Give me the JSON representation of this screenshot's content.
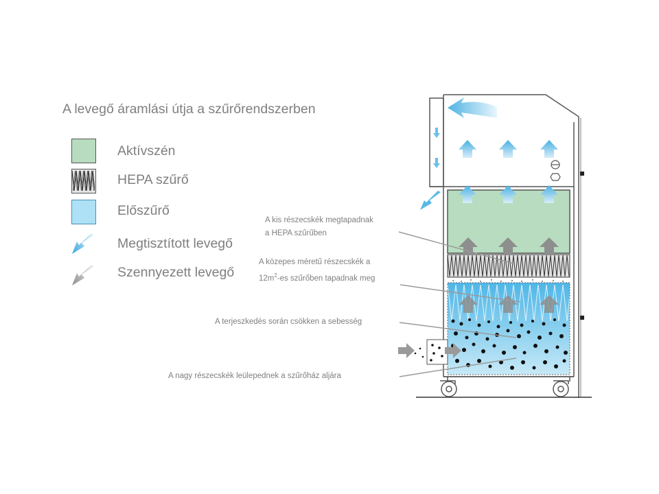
{
  "title": "A levegő áramlási útja a szűrőrendszerben",
  "legend": [
    {
      "key": "activated-carbon",
      "label": "Aktívszén",
      "color": "#b7dcbf"
    },
    {
      "key": "hepa-filter",
      "label": "HEPA szűrő",
      "color": "#e6e6e6"
    },
    {
      "key": "pre-filter",
      "label": "Előszűrő",
      "color": "#aee1f5"
    },
    {
      "key": "clean-air",
      "label": "Megtisztított levegő",
      "color": "#5ab8e3"
    },
    {
      "key": "polluted-air",
      "label": "Szennyezett levegő",
      "color": "#a6a6a6"
    }
  ],
  "annotations": {
    "small_particles_line1": "A kis részecskék megtapadnak",
    "small_particles_line2": "a HEPA szűrűben",
    "medium_particles_line1": "A közepes méretű részecskék a",
    "medium_particles_line2_pre": "12m",
    "medium_particles_line2_sup": "2",
    "medium_particles_line2_post": "-es szűrőben tapadnak meg",
    "expansion": "A terjeszkedés során csökken a sebesség",
    "large_particles": "A nagy részecskék leülepednek a szűrőház aljára"
  }
}
